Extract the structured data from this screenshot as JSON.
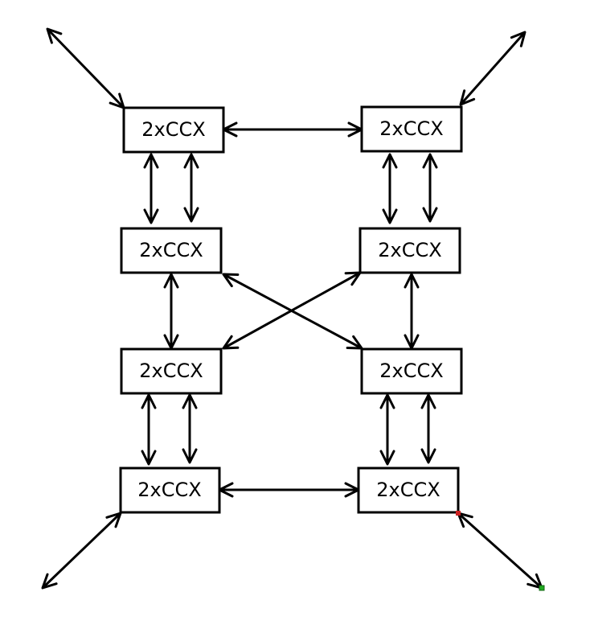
{
  "diagram": {
    "nodes": [
      {
        "id": "n1",
        "label": "2xCCX"
      },
      {
        "id": "n2",
        "label": "2xCCX"
      },
      {
        "id": "n3",
        "label": "2xCCX"
      },
      {
        "id": "n4",
        "label": "2xCCX"
      },
      {
        "id": "n5",
        "label": "2xCCX"
      },
      {
        "id": "n6",
        "label": "2xCCX"
      },
      {
        "id": "n7",
        "label": "2xCCX"
      },
      {
        "id": "n8",
        "label": "2xCCX"
      }
    ],
    "colors": {
      "stroke": "#000000",
      "fill": "#ffffff",
      "selected_start": "#cc2222",
      "selected_end": "#22aa22",
      "handle": "#6a6aa8"
    }
  }
}
